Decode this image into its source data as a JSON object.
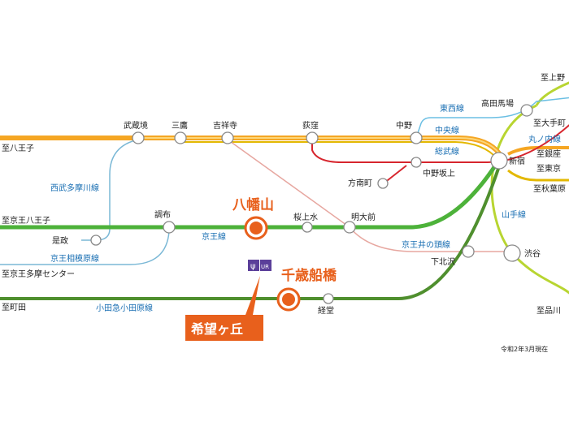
{
  "colors": {
    "chuo": "#f5a623",
    "chuo_inner": "#fcd67a",
    "keio": "#4db23a",
    "odakyu": "#4f8f2e",
    "tama": "#7ab8d6",
    "sobu": "#e3b800",
    "marunouchi": "#d7262e",
    "inokashira": "#e7a7a0",
    "tozai": "#6bbfe3",
    "yamanote": "#b8d531",
    "highlight": "#e8601c",
    "callout_bg": "#e8601c"
  },
  "stations": {
    "hachioji": "至八王子",
    "keio_hachioji": "至京王八王子",
    "keio_tama_center": "至京王多摩センター",
    "machida": "至町田",
    "musashisakai": "武蔵境",
    "mitaka": "三鷹",
    "kichijoji": "吉祥寺",
    "ogikubo": "荻窪",
    "nakano": "中野",
    "takadanobaba": "高田馬場",
    "ueno": "至上野",
    "otemachi": "至大手町",
    "ginza": "至銀座",
    "tokyo": "至東京",
    "akihabara": "至秋葉原",
    "shinjuku": "新宿",
    "nakano_sakaue": "中野坂上",
    "honancho": "方南町",
    "chofu": "調布",
    "koremasa": "是政",
    "sakurajosui": "桜上水",
    "meidaimae": "明大前",
    "shimokitazawa": "下北沢",
    "shibuya": "渋谷",
    "shinagawa": "至品川",
    "kyodo": "経堂"
  },
  "lines": {
    "tozai": "東西線",
    "chuo": "中央線",
    "sobu": "総武線",
    "marunouchi": "丸ノ内線",
    "seibu_tamagawa": "西武多摩川線",
    "keio": "京王線",
    "keio_sagamihara": "京王相模原線",
    "inokashira": "京王井の頭線",
    "yamanote": "山手線",
    "odakyu": "小田急小田原線"
  },
  "highlights": {
    "hachimanyama": "八幡山",
    "chitose_funabashi": "千歳船橋"
  },
  "callout": "希望ヶ丘",
  "logo": {
    "text": "UR"
  },
  "note": "令和2年3月現在"
}
